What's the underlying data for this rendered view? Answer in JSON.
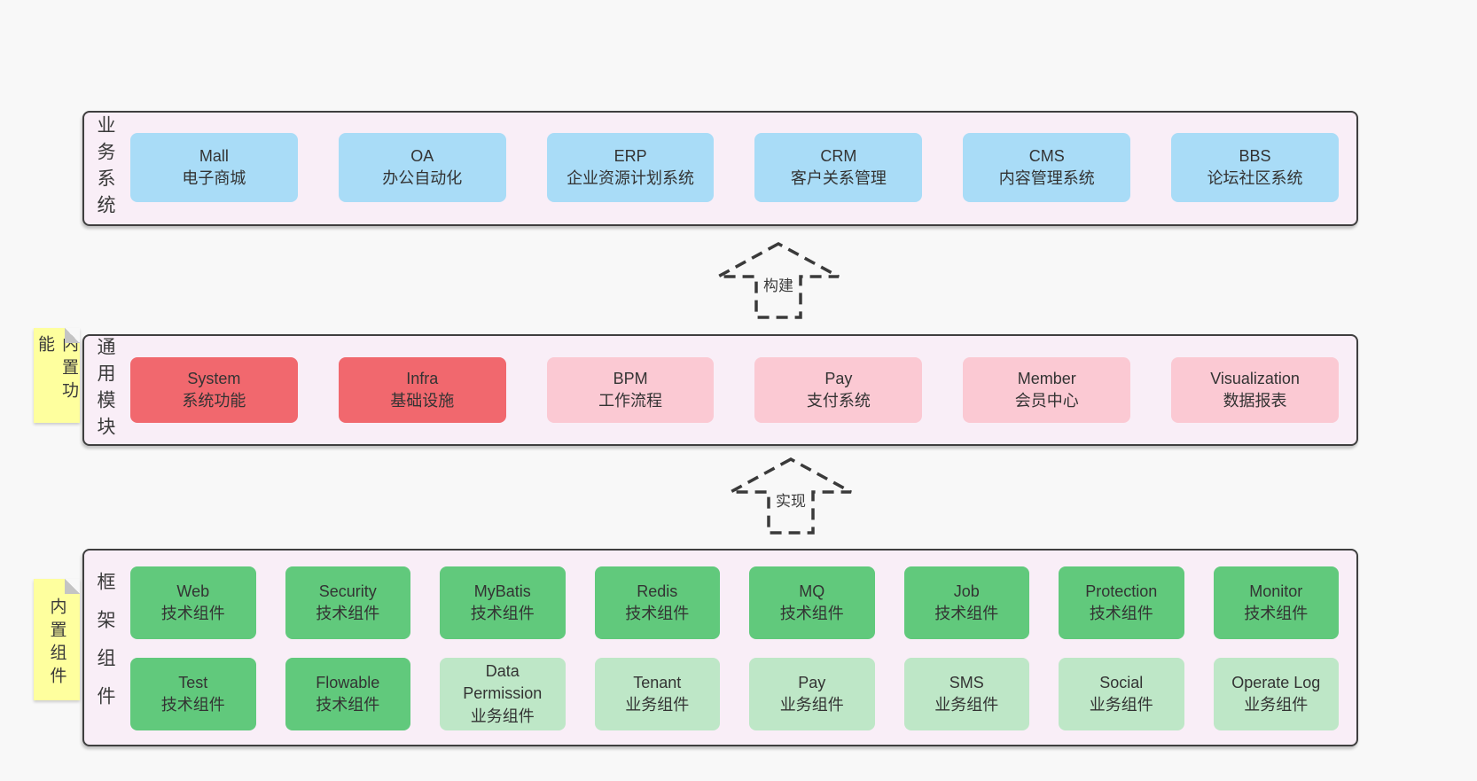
{
  "colors": {
    "page-bg": "#f8f8f8",
    "layer-bg": "#f9eef7",
    "layer-border": "#3f3f3f",
    "blue": "#a9dcf7",
    "red": "#f1686e",
    "pink": "#fbc9d3",
    "green-dark": "#61c97c",
    "green-light": "#bee7c7",
    "yellow": "#feff9e",
    "fold-gray": "#c4c4c4",
    "text": "#333333",
    "arrow": "#3a3a3a"
  },
  "layers": {
    "business": {
      "label": "业务系统",
      "items": [
        {
          "name": "Mall",
          "desc": "电子商城"
        },
        {
          "name": "OA",
          "desc": "办公自动化"
        },
        {
          "name": "ERP",
          "desc": "企业资源计划系统"
        },
        {
          "name": "CRM",
          "desc": "客户关系管理"
        },
        {
          "name": "CMS",
          "desc": "内容管理系统"
        },
        {
          "name": "BBS",
          "desc": "论坛社区系统"
        }
      ]
    },
    "modules": {
      "label": "通用模块",
      "sticky": "内置功能",
      "items": [
        {
          "name": "System",
          "desc": "系统功能"
        },
        {
          "name": "Infra",
          "desc": "基础设施"
        },
        {
          "name": "BPM",
          "desc": "工作流程"
        },
        {
          "name": "Pay",
          "desc": "支付系统"
        },
        {
          "name": "Member",
          "desc": "会员中心"
        },
        {
          "name": "Visualization",
          "desc": "数据报表"
        }
      ]
    },
    "framework": {
      "label": "框架组件",
      "sticky": "内置组件",
      "row1": [
        {
          "name": "Web",
          "desc": "技术组件"
        },
        {
          "name": "Security",
          "desc": "技术组件"
        },
        {
          "name": "MyBatis",
          "desc": "技术组件"
        },
        {
          "name": "Redis",
          "desc": "技术组件"
        },
        {
          "name": "MQ",
          "desc": "技术组件"
        },
        {
          "name": "Job",
          "desc": "技术组件"
        },
        {
          "name": "Protection",
          "desc": "技术组件"
        },
        {
          "name": "Monitor",
          "desc": "技术组件"
        }
      ],
      "row2": [
        {
          "name": "Test",
          "desc": "技术组件"
        },
        {
          "name": "Flowable",
          "desc": "技术组件"
        },
        {
          "name": "Data Permission",
          "desc": "业务组件"
        },
        {
          "name": "Tenant",
          "desc": "业务组件"
        },
        {
          "name": "Pay",
          "desc": "业务组件"
        },
        {
          "name": "SMS",
          "desc": "业务组件"
        },
        {
          "name": "Social",
          "desc": "业务组件"
        },
        {
          "name": "Operate Log",
          "desc": "业务组件"
        }
      ]
    }
  },
  "arrows": {
    "build": "构建",
    "implement": "实现"
  }
}
